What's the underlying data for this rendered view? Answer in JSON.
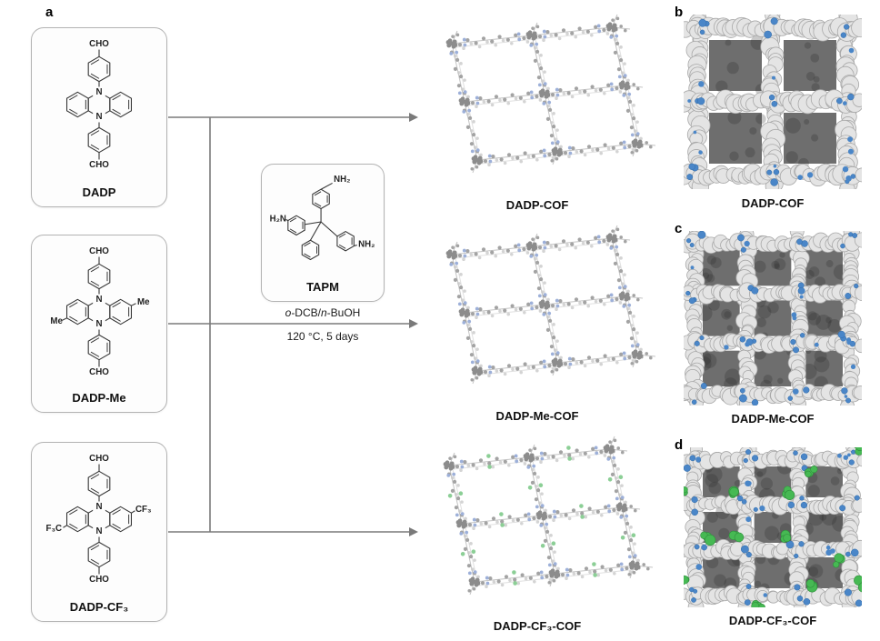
{
  "panel_labels": {
    "a": "a",
    "b": "b",
    "c": "c",
    "d": "d"
  },
  "monomers": {
    "dadp": {
      "name": "DADP",
      "cho_top": "CHO",
      "cho_bottom": "CHO",
      "n_top": "N",
      "n_bottom": "N"
    },
    "dadp_me": {
      "name": "DADP-Me",
      "cho_top": "CHO",
      "cho_bottom": "CHO",
      "n_top": "N",
      "n_bottom": "N",
      "sub_right": "Me",
      "sub_left": "Me"
    },
    "dadp_cf3": {
      "name": "DADP-CF₃",
      "cho_top": "CHO",
      "cho_bottom": "CHO",
      "n_top": "N",
      "n_bottom": "N",
      "sub_right": "CF₃",
      "sub_left": "F₃C"
    }
  },
  "amine": {
    "name": "TAPM",
    "nh2_top": "NH₂",
    "nh2_left": "H₂N",
    "nh2_right": "NH₂"
  },
  "reaction": {
    "solvent_italic1": "o",
    "solvent_mid": "-DCB/",
    "solvent_italic2": "n",
    "solvent_end": "-BuOH",
    "conditions": "120 °C, 5 days"
  },
  "products": {
    "cof1": "DADP-COF",
    "cof2": "DADP-Me-COF",
    "cof3": "DADP-CF₃-COF"
  },
  "packing_labels": {
    "b": "DADP-COF",
    "c": "DADP-Me-COF",
    "d": "DADP-CF₃-COF"
  },
  "colors": {
    "cho_magenta": "#e5007d",
    "nitrogen_blue": "#2e75b6",
    "cf3_green": "#2fa43c",
    "arrow_gray": "#7a7a7a",
    "framework_gray": "#a3a3a3",
    "atom_blue": "#4a86c8",
    "atom_green": "#46b953"
  }
}
